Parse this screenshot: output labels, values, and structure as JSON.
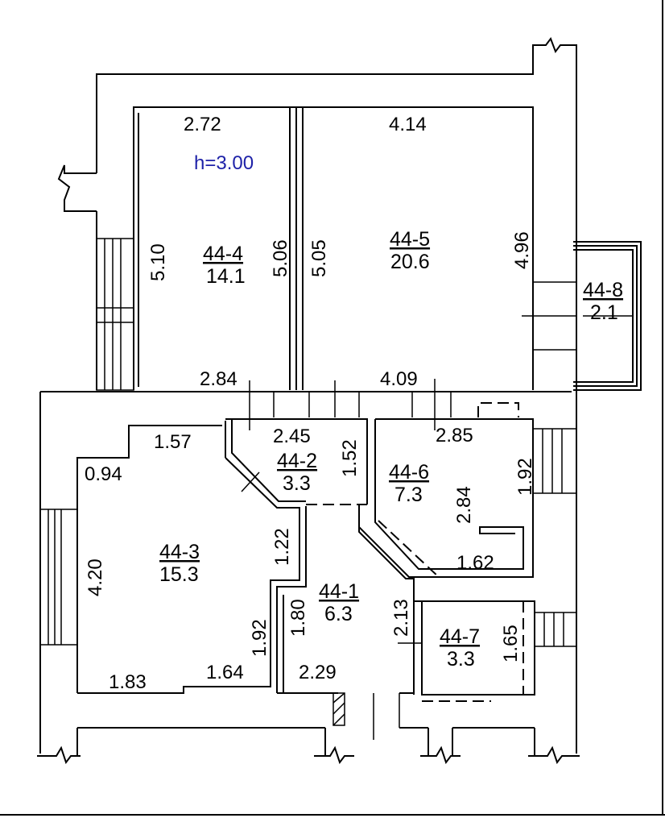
{
  "ceiling_height": "h=3.00",
  "rooms": [
    {
      "id": "44-4",
      "area": "14.1"
    },
    {
      "id": "44-5",
      "area": "20.6"
    },
    {
      "id": "44-8",
      "area": "2.1"
    },
    {
      "id": "44-3",
      "area": "15.3"
    },
    {
      "id": "44-2",
      "area": "3.3"
    },
    {
      "id": "44-6",
      "area": "7.3"
    },
    {
      "id": "44-1",
      "area": "6.3"
    },
    {
      "id": "44-7",
      "area": "3.3"
    }
  ],
  "dimensions": {
    "r4_top": "2.72",
    "r5_top": "4.14",
    "r4_left": "5.10",
    "r4_right": "5.06",
    "r5_left": "5.05",
    "r5_right": "4.96",
    "r4_bottom": "2.84",
    "r5_bottom": "4.09",
    "r3_top": "1.57",
    "r3_diag": "0.94",
    "r3_left": "4.20",
    "r3_bottom_left": "1.83",
    "r3_bottom_right": "1.64",
    "r3_right_lower": "1.92",
    "r3_right_upper": "1.22",
    "r2_top": "2.45",
    "r2_right": "1.52",
    "r6_top": "2.85",
    "r6_right": "1.92",
    "r6_inner": "2.84",
    "r6_bottom": "1.62",
    "r1_left": "1.80",
    "r1_right": "2.13",
    "r1_bottom": "2.29",
    "r7_right": "1.65"
  }
}
